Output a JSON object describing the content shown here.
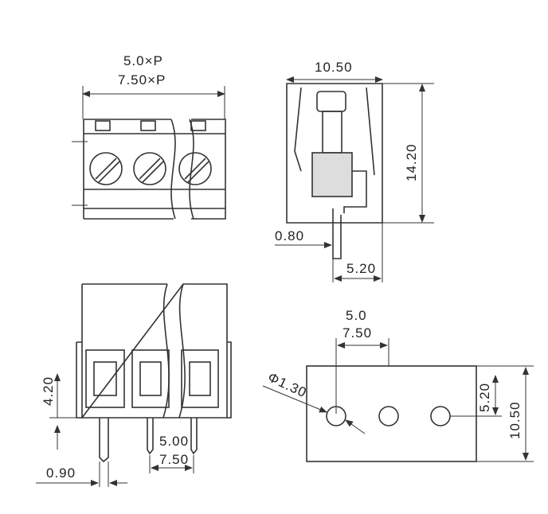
{
  "front_view": {
    "pitch_label_1": "5.0×P",
    "pitch_label_2": "7.50×P"
  },
  "side_view": {
    "width": "10.50",
    "height": "14.20",
    "pin_thickness": "0.80",
    "pin_offset": "5.20"
  },
  "bottom_view": {
    "pin_height": "4.20",
    "pin_width": "0.90",
    "pitch_1": "5.00",
    "pitch_2": "7.50"
  },
  "pcb_layout": {
    "pitch_1": "5.0",
    "pitch_2": "7.50",
    "hole_diameter": "Φ1.30",
    "hole_offset": "5.20",
    "depth": "10.50"
  },
  "colors": {
    "line": "#333333",
    "background": "#ffffff"
  }
}
